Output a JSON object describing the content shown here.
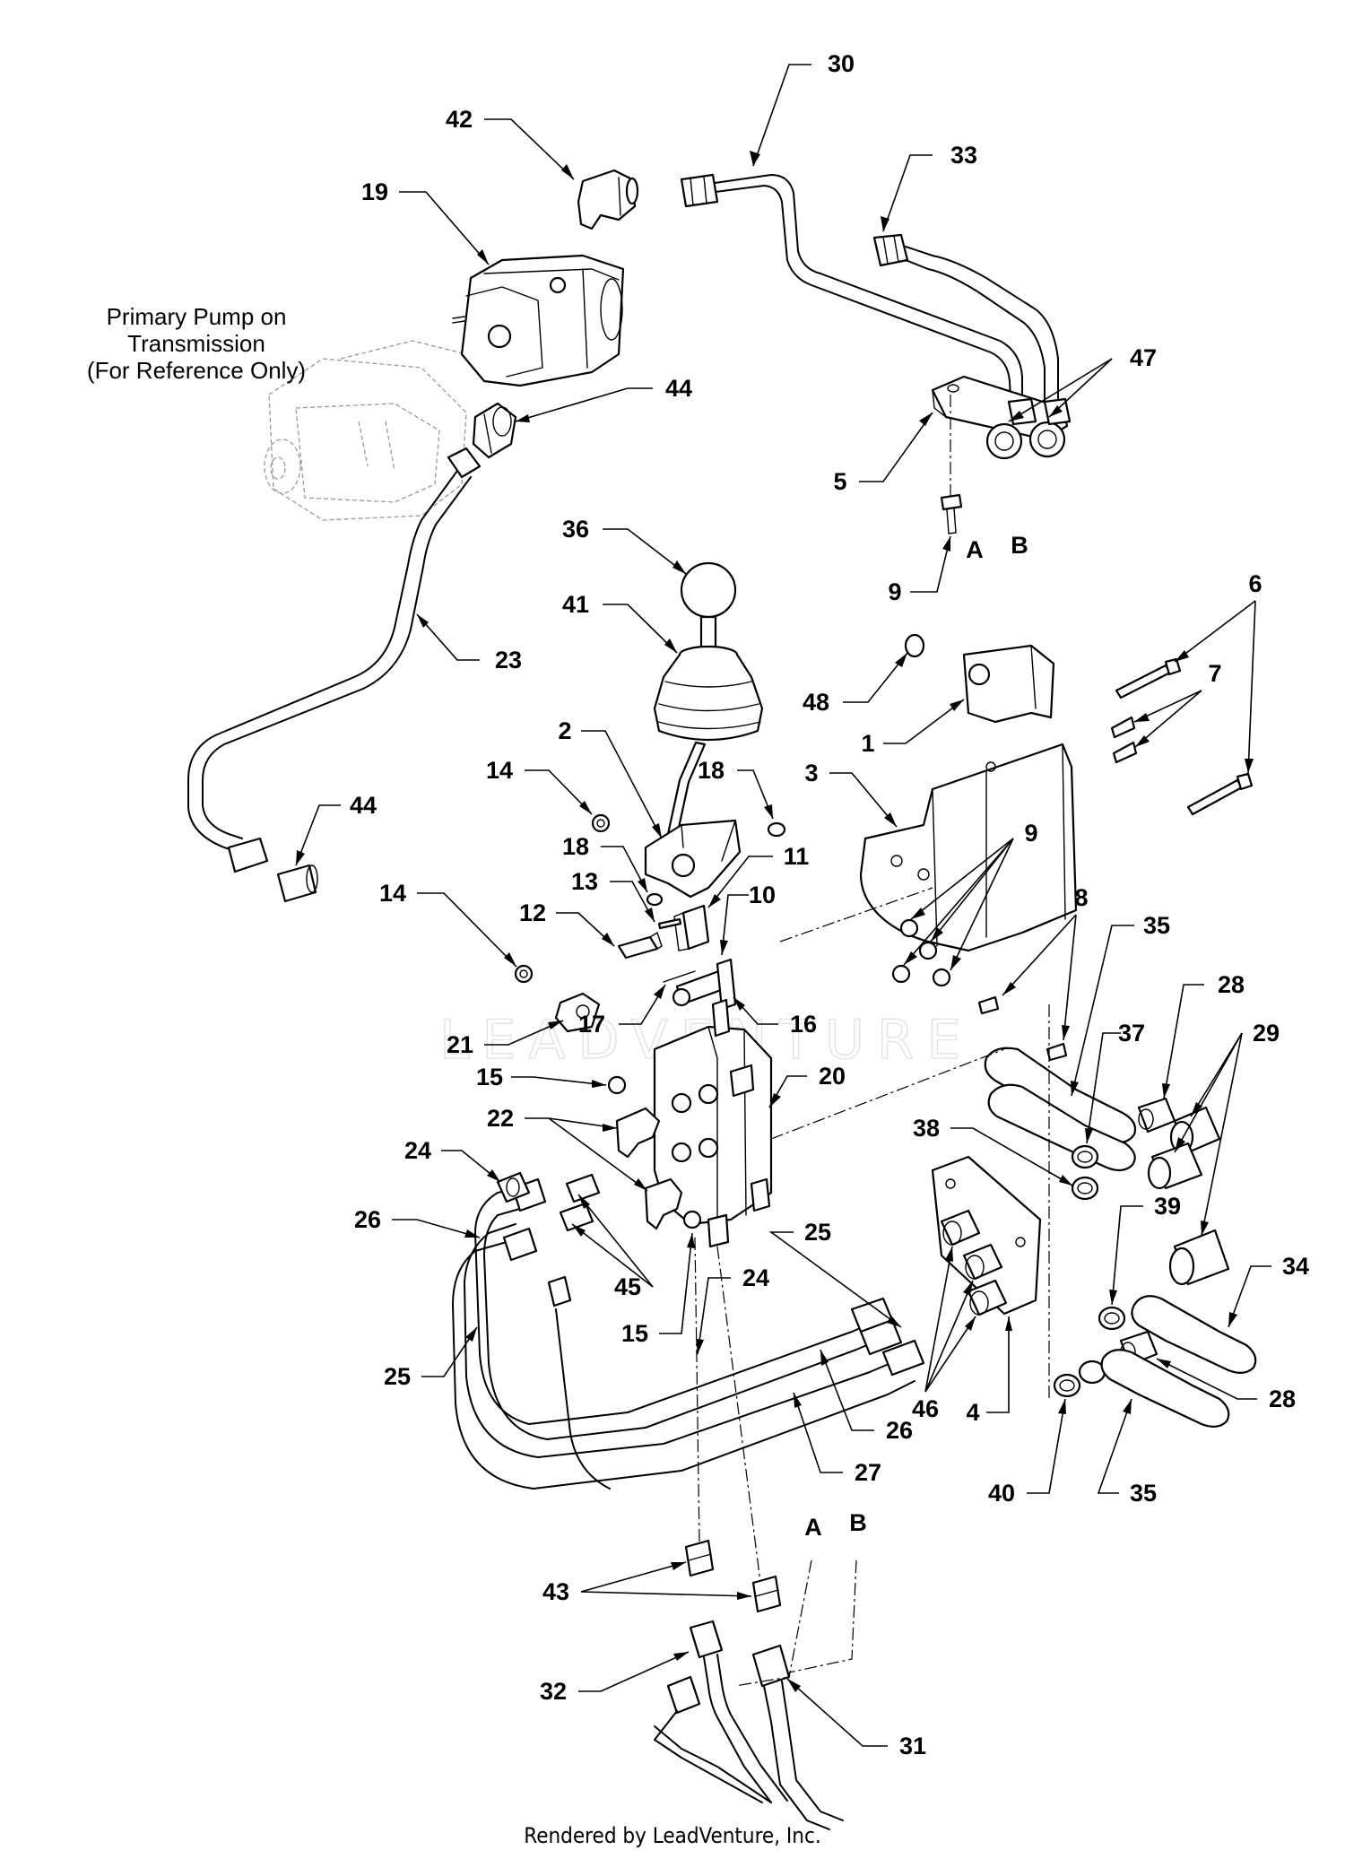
{
  "reference_note": [
    "Primary Pump on",
    "Transmission",
    "(For Reference Only)"
  ],
  "watermark": "LEADVENTURE",
  "footer": "Rendered by LeadVenture, Inc.",
  "port_letters": {
    "upper_a": "A",
    "upper_b": "B",
    "lower_a": "A",
    "lower_b": "B"
  },
  "callouts": {
    "c30": "30",
    "c42": "42",
    "c33": "33",
    "c19": "19",
    "c44a": "44",
    "c47": "47",
    "c5": "5",
    "c36": "36",
    "c9a": "9",
    "c41": "41",
    "c23": "23",
    "c6": "6",
    "c48": "48",
    "c7": "7",
    "c2": "2",
    "c1": "1",
    "c14a": "14",
    "c18a": "18",
    "c3": "3",
    "c44b": "44",
    "c9b": "9",
    "c18b": "18",
    "c11": "11",
    "c13": "13",
    "c10": "10",
    "c14b": "14",
    "c12": "12",
    "c8": "8",
    "c35a": "35",
    "c28a": "28",
    "c17": "17",
    "c16": "16",
    "c37": "37",
    "c29": "29",
    "c21": "21",
    "c15a": "15",
    "c20": "20",
    "c22": "22",
    "c38": "38",
    "c24a": "24",
    "c26a": "26",
    "c25a": "25",
    "c39": "39",
    "c34": "34",
    "c45": "45",
    "c24b": "24",
    "c15b": "15",
    "c25b": "25",
    "c46": "46",
    "c28b": "28",
    "c26b": "26",
    "c4": "4",
    "c27": "27",
    "c40": "40",
    "c35b": "35",
    "c43": "43",
    "c32": "32",
    "c31": "31"
  }
}
